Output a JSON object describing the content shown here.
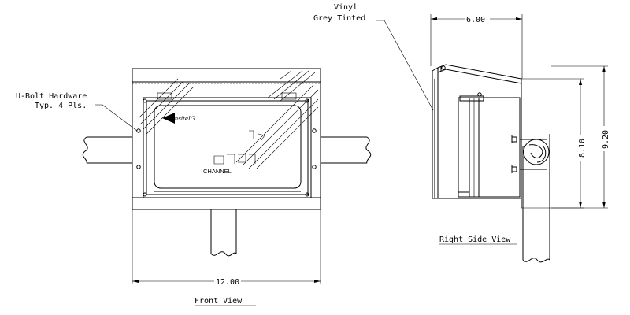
{
  "labels": {
    "ubolt_line1": "U-Bolt Hardware",
    "ubolt_line2": "Typ. 4 Pls.",
    "vinyl_line1": "Vinyl",
    "vinyl_line2": "Grey Tinted",
    "front_view": "Front View",
    "right_side_view": "Right Side View",
    "brand": "InsiteIG",
    "channel": "CHANNEL"
  },
  "dimensions": {
    "width_front": "12.00",
    "depth_side": "6.00",
    "height_inner": "8.10",
    "height_outer": "9.20"
  }
}
